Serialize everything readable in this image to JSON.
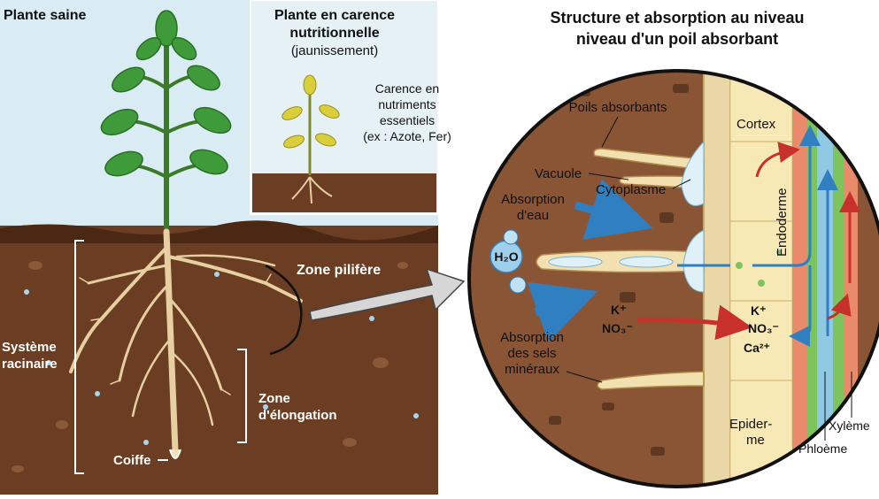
{
  "left_panel": {
    "healthy_title": "Plante saine",
    "deficient_title_line1": "Plante en carence",
    "deficient_title_line2": "nutritionnelle",
    "deficient_subtitle": "(jaunissement)",
    "deficiency_note": [
      "Carence en",
      "nutriments",
      "essentiels",
      "(ex : Azote, Fer)"
    ],
    "root_system_label": [
      "Système",
      "racinaire"
    ],
    "zone_pilifere": "Zone pilifère",
    "zone_elongation": [
      "Zone",
      "d'élongation"
    ],
    "coiffe": "Coiffe"
  },
  "right_panel": {
    "title_line1": "Structure et absorption au niveau",
    "title_line2": "niveau d'un poil absorbant",
    "poils_absorbants": "Poils absorbants",
    "vacuole": "Vacuole",
    "cytoplasme": "Cytoplasme",
    "absorption_eau": [
      "Absorption",
      "d'eau"
    ],
    "absorption_sels": [
      "Absorption",
      "des sels",
      "minéraux"
    ],
    "water_molecule": "H₂O",
    "ions_left": [
      "K⁺",
      "NO₃⁻"
    ],
    "ions_right": [
      "K⁺",
      "NO₃⁻",
      "Ca²⁺"
    ],
    "cortex": "Cortex",
    "endoderme": "Endoderme",
    "epiderme": [
      "Epider-",
      "me"
    ],
    "phloeme": "Phloème",
    "xyleme": "Xylème"
  },
  "colors": {
    "soil": "#6b3d22",
    "soil_dark": "#4a2814",
    "sky": "#d9ecf3",
    "leaf_green": "#3f9a3a",
    "leaf_yellow": "#d9cf3a",
    "root": "#e6cfa0",
    "water_arrow": "#2f7fc1",
    "ion_arrow": "#c8302b",
    "cortex": "#f7e9b5",
    "phloem": "#7cc45b",
    "xylem": "#8fc9e3",
    "endoderm": "#e98a6a"
  }
}
